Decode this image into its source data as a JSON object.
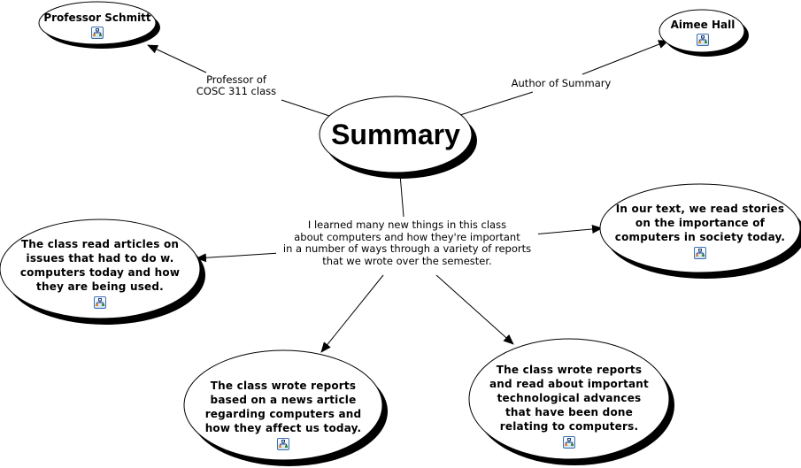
{
  "map": {
    "center": {
      "id": "summary",
      "label": "Summary"
    },
    "center_note": "I learned many new things in this class\nabout computers and how they're important\nin a number of ways through a variety of reports\nthat we wrote over the semester.",
    "nodes": [
      {
        "id": "professor",
        "label": "Professor Schmitt",
        "icon": "submap-icon"
      },
      {
        "id": "aimee",
        "label": "Aimee Hall",
        "icon": "submap-icon"
      },
      {
        "id": "articles",
        "label": "The class read articles on\nissues that had to do w.\ncomputers today and how\nthey are being used.",
        "icon": "submap-icon"
      },
      {
        "id": "text",
        "label": "In our text, we read stories\non the importance of\ncomputers in society today.",
        "icon": "submap-icon"
      },
      {
        "id": "news",
        "label": "The class wrote reports\nbased on a news article\nregarding computers and\nhow they affect us today.",
        "icon": "submap-icon"
      },
      {
        "id": "tech",
        "label": "The class wrote reports\nand read about important\ntechnological advances\nthat have been done\nrelating to computers.",
        "icon": "submap-icon"
      }
    ],
    "link_labels": {
      "professor": "Professor of\nCOSC 311 class",
      "aimee": "Author of Summary"
    },
    "colors": {
      "stroke": "#000000",
      "fill": "#ffffff",
      "icon_border": "#3a6fb0"
    }
  }
}
